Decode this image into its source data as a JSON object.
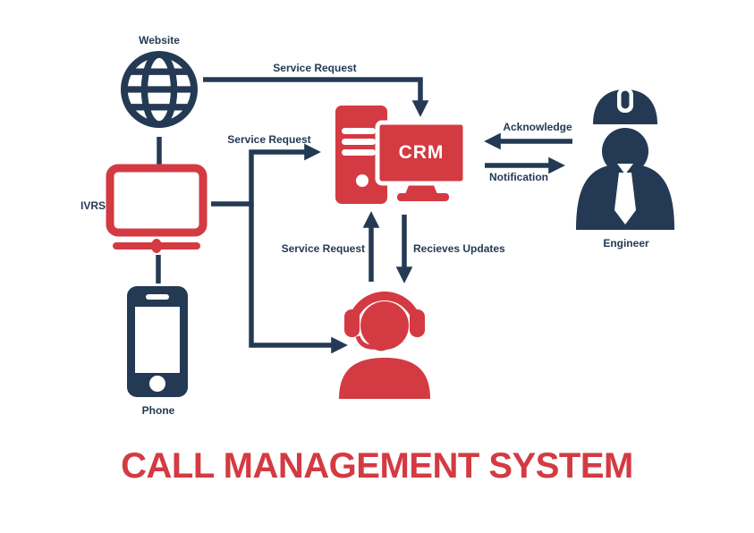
{
  "title": "CALL MANAGEMENT SYSTEM",
  "colors": {
    "red": "#d43a42",
    "navy": "#243a54",
    "background": "#ffffff"
  },
  "nodes": {
    "website": {
      "label": "Website",
      "icon": "globe-icon"
    },
    "ivrs": {
      "label": "IVRS",
      "icon": "tv-monitor-icon"
    },
    "phone": {
      "label": "Phone",
      "icon": "smartphone-icon"
    },
    "crm": {
      "label": "CRM",
      "icon": "server-monitor-icon"
    },
    "agent": {
      "icon": "support-agent-headset-icon"
    },
    "engineer": {
      "label": "Engineer",
      "icon": "engineer-hardhat-icon"
    }
  },
  "edges": [
    {
      "from": "website",
      "to": "crm",
      "label": "Service Request"
    },
    {
      "from": "ivrs",
      "to": "crm",
      "label": "Service Request"
    },
    {
      "from": "ivrs",
      "to": "agent",
      "label": ""
    },
    {
      "from": "agent",
      "to": "crm",
      "label": "Service Request"
    },
    {
      "from": "crm",
      "to": "agent",
      "label": "Recieves Updates"
    },
    {
      "from": "engineer",
      "to": "crm",
      "label": "Acknowledge"
    },
    {
      "from": "crm",
      "to": "engineer",
      "label": "Notification"
    }
  ]
}
